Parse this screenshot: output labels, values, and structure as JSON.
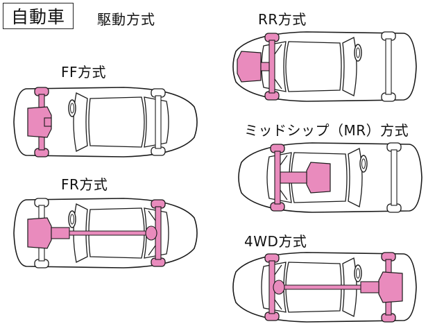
{
  "header": {
    "title": "自動車",
    "subtitle": "駆動方式"
  },
  "colors": {
    "drivetrain": "#e98bbd",
    "outline": "#1a1a1a",
    "background": "#ffffff"
  },
  "layouts": [
    {
      "id": "ff",
      "label": "FF方式",
      "engine": "front",
      "drive": "front"
    },
    {
      "id": "fr",
      "label": "FR方式",
      "engine": "front",
      "drive": "rear"
    },
    {
      "id": "rr",
      "label": "RR方式",
      "engine": "rear",
      "drive": "rear"
    },
    {
      "id": "mr",
      "label": "ミッドシップ（MR）方式",
      "engine": "mid",
      "drive": "rear"
    },
    {
      "id": "awd",
      "label": "4WD方式",
      "engine": "front",
      "drive": "all"
    }
  ]
}
